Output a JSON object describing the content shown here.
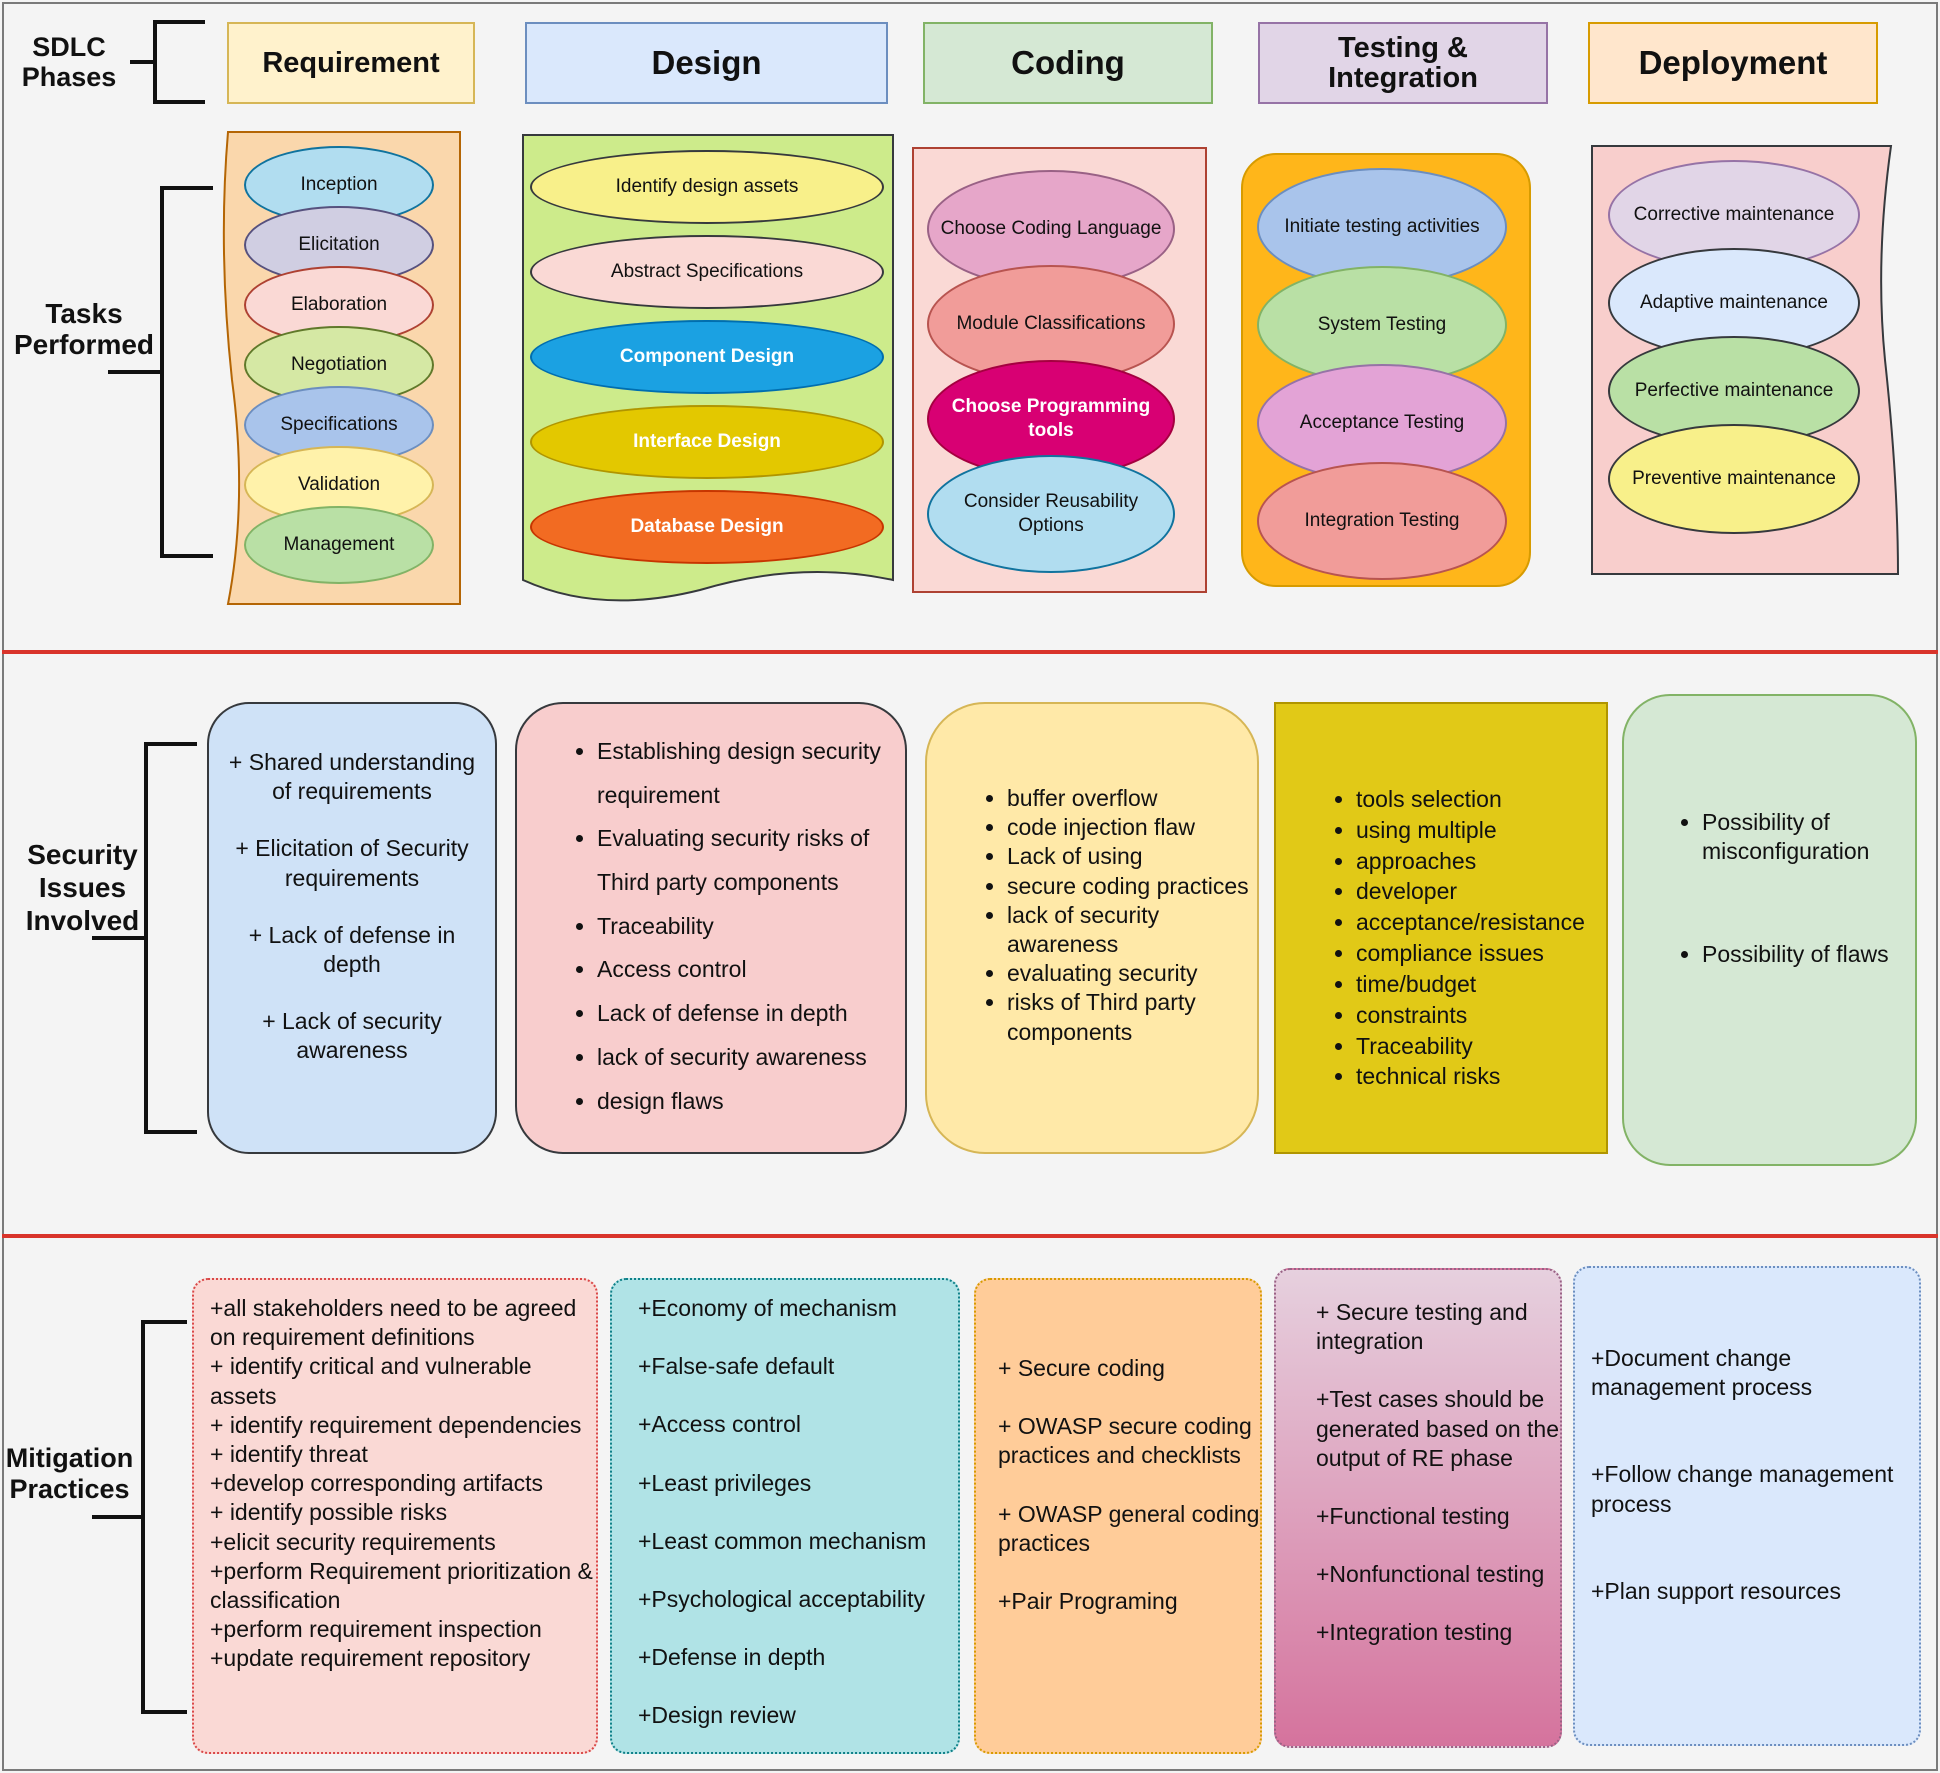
{
  "labels": {
    "sdlc_phases": "SDLC Phases",
    "tasks_performed": "Tasks Performed",
    "security_issues": "Security Issues Involved",
    "mitigation": "Mitigation Practices"
  },
  "phases": [
    {
      "name": "Requirement",
      "fill": "#fff2cc",
      "stroke": "#d6b656"
    },
    {
      "name": "Design",
      "fill": "#dae8fc",
      "stroke": "#6c8ebf"
    },
    {
      "name": "Coding",
      "fill": "#d5e8d4",
      "stroke": "#82b366"
    },
    {
      "name": "Testing & Integration",
      "fill": "#e1d5e7",
      "stroke": "#9673a6"
    },
    {
      "name": "Deployment",
      "fill": "#ffe6cc",
      "stroke": "#d79b00"
    }
  ],
  "tasks": [
    {
      "items": [
        {
          "text": "Inception",
          "fill": "#b1ddf0",
          "stroke": "#10739e"
        },
        {
          "text": "Elicitation",
          "fill": "#d0cee2",
          "stroke": "#56517e"
        },
        {
          "text": "Elaboration",
          "fill": "#fad9d5",
          "stroke": "#ae4132"
        },
        {
          "text": "Negotiation",
          "fill": "#d5e8a4",
          "stroke": "#60792a"
        },
        {
          "text": "Specifications",
          "fill": "#a9c4eb",
          "stroke": "#6c8ebf"
        },
        {
          "text": "Validation",
          "fill": "#fff2aa",
          "stroke": "#d6b656"
        },
        {
          "text": "Management",
          "fill": "#b9e0a5",
          "stroke": "#82b366"
        }
      ]
    },
    {
      "items": [
        {
          "text": "Identify design assets",
          "fill": "#f8f08a",
          "stroke": "#36393d"
        },
        {
          "text": "Abstract Specifications",
          "fill": "#fad9d5",
          "stroke": "#36393d"
        },
        {
          "text": "Component Design",
          "fill": "#1ba1e2",
          "stroke": "#006eaf"
        },
        {
          "text": "Interface Design",
          "fill": "#e3c800",
          "stroke": "#b09500"
        },
        {
          "text": "Database Design",
          "fill": "#f26b22",
          "stroke": "#c73500"
        }
      ]
    },
    {
      "items": [
        {
          "text": "Choose Coding Language",
          "fill": "#e6a6c9",
          "stroke": "#996185"
        },
        {
          "text": "Module Classifications",
          "fill": "#f19c99",
          "stroke": "#b85450"
        },
        {
          "text": "Choose Programming tools",
          "fill": "#d80073",
          "stroke": "#a50040"
        },
        {
          "text": "Consider Reusability Options",
          "fill": "#b1ddf0",
          "stroke": "#10739e"
        }
      ]
    },
    {
      "items": [
        {
          "text": "Initiate testing activities",
          "fill": "#a9c4eb",
          "stroke": "#6c8ebf"
        },
        {
          "text": "System Testing",
          "fill": "#b9e0a5",
          "stroke": "#82b366"
        },
        {
          "text": "Acceptance Testing",
          "fill": "#e3a3d6",
          "stroke": "#9673a6"
        },
        {
          "text": "Integration Testing",
          "fill": "#f19c99",
          "stroke": "#b85450"
        }
      ]
    },
    {
      "items": [
        {
          "text": "Corrective maintenance",
          "fill": "#e1d5e7",
          "stroke": "#9673a6"
        },
        {
          "text": "Adaptive maintenance",
          "fill": "#dae8fc",
          "stroke": "#36393d"
        },
        {
          "text": "Perfective maintenance",
          "fill": "#b9e0a5",
          "stroke": "#36393d"
        },
        {
          "text": "Preventive maintenance",
          "fill": "#f8f08a",
          "stroke": "#36393d"
        }
      ]
    }
  ],
  "security": [
    {
      "items": [
        "+ Shared understanding of requirements",
        "+ Elicitation of Security requirements",
        "+ Lack of defense in depth",
        "+ Lack of security awareness"
      ]
    },
    {
      "items": [
        "Establishing design security requirement",
        "Evaluating security risks of Third party components",
        "Traceability",
        "Access control",
        "Lack of defense in depth",
        "lack of security awareness",
        "design flaws"
      ]
    },
    {
      "items": [
        "buffer overflow",
        "code injection flaw",
        "Lack of using",
        "secure coding practices",
        "lack of security awareness",
        "evaluating security",
        "risks of Third party components"
      ]
    },
    {
      "items": [
        "tools selection",
        "using multiple",
        "approaches",
        "developer",
        "acceptance/resistance",
        "compliance issues",
        "time/budget",
        "constraints",
        "Traceability",
        "technical risks"
      ]
    },
    {
      "items": [
        "Possibility of misconfiguration",
        "Possibility of flaws"
      ]
    }
  ],
  "mitigation": [
    {
      "items": [
        "+all stakeholders need to be agreed on requirement definitions",
        "+ identify critical and vulnerable assets",
        "+ identify requirement dependencies",
        "+ identify threat",
        "+develop corresponding artifacts",
        "+ identify possible risks",
        "+elicit security requirements",
        "+perform Requirement prioritization & classification",
        "+perform requirement inspection",
        "+update requirement repository"
      ]
    },
    {
      "items": [
        "+Economy of mechanism",
        "+False-safe default",
        "+Access control",
        "+Least privileges",
        "+Least common mechanism",
        "+Psychological acceptability",
        "+Defense in depth",
        "+Design review"
      ]
    },
    {
      "items": [
        "+ Secure coding",
        "+ OWASP secure coding practices and checklists",
        "+ OWASP general coding practices",
        "+Pair Programing"
      ]
    },
    {
      "items": [
        "+ Secure testing and integration",
        "+Test cases should be generated based on the output of RE phase",
        "+Functional testing",
        "+Nonfunctional testing",
        "+Integration testing"
      ]
    },
    {
      "items": [
        "+Document change management process",
        "+Follow change management process",
        "+Plan support resources"
      ]
    }
  ]
}
